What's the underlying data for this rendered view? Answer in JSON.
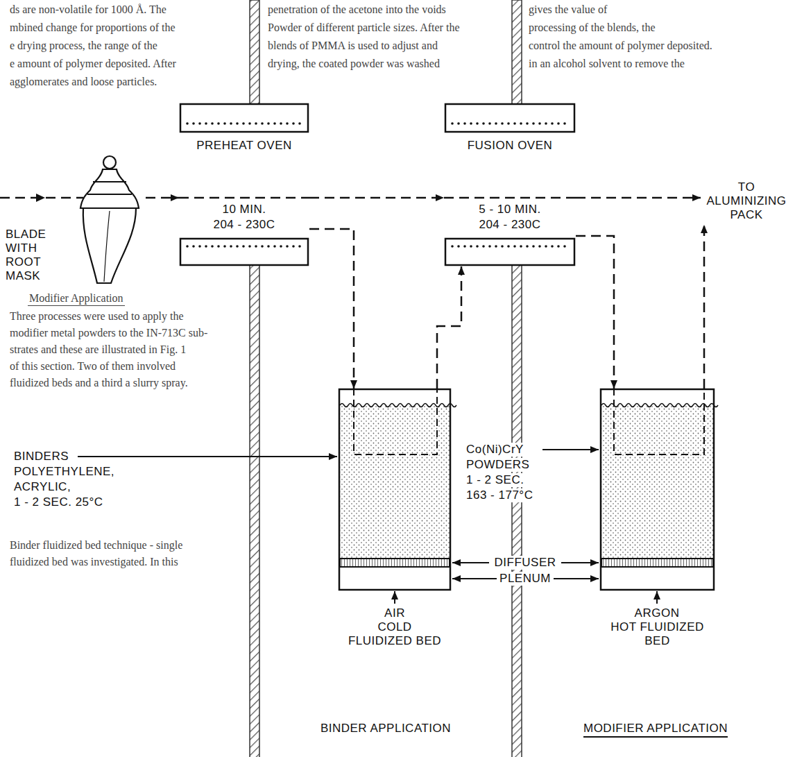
{
  "diagram": {
    "nodes": [
      {
        "text": [
          "BLADE WITH ROOT MASK"
        ]
      },
      {
        "text": [
          "PREHEAT OVEN",
          "10 MIN.",
          "204 - 230C"
        ]
      },
      {
        "text": [
          "FUSION OVEN",
          "5 - 10 MIN.",
          "204 - 230C"
        ]
      },
      {
        "text": [
          "COLD FLUIDIZED BED"
        ]
      },
      {
        "text": [
          "HOT FLUIDIZED BED"
        ]
      },
      {
        "text": [
          "TO ALUMINIZING PACK"
        ]
      }
    ],
    "edges": [
      {
        "from": 0,
        "to": 1,
        "arrow": "to"
      },
      {
        "from": 1,
        "to": 2,
        "arrow": "to"
      },
      {
        "from": 2,
        "to": 5,
        "arrow": "to"
      },
      {
        "from": 1,
        "to": 3,
        "arrow": "to"
      },
      {
        "from": 3,
        "to": 2,
        "arrow": "to"
      },
      {
        "from": 2,
        "to": 4,
        "arrow": "to"
      },
      {
        "from": 4,
        "to": 5,
        "arrow": "to"
      }
    ],
    "labels": [
      "ds are non-volatile for 1000 Å. The",
      "penetration of the acetone into the voids",
      "gives the value of",
      "mbined change for proportions of the",
      "Powder of different particle sizes. After the",
      "processing of the blends, the",
      "e drying process, the range of the",
      "blends of PMMA is used to adjust and",
      "control the amount of polymer deposited.",
      "e amount of polymer deposited. After",
      "drying, the coated powder was washed",
      "in an alcohol solvent to remove the",
      "agglomerates and loose particles.",
      "Modifier Application",
      "Three processes were used to apply the",
      "modifier metal powders to the IN-713C sub-",
      "strates and these are illustrated in Fig. 1",
      "of this section. Two of them involved",
      "fluidized beds and a third a slurry spray.",
      "Binder fluidized bed technique - single",
      "fluidized bed was investigated. In this",
      "BINDERS",
      "POLYETHYLENE,",
      "ACRYLIC,",
      "1 - 2 SEC. 25°C",
      "Co(Ni)CrY",
      "POWDERS",
      "1 - 2 SEC.",
      "163 - 177°C",
      "DIFFUSER",
      "PLENUM",
      "AIR",
      "ARGON",
      "BINDER APPLICATION",
      "MODIFIER APPLICATION"
    ]
  }
}
